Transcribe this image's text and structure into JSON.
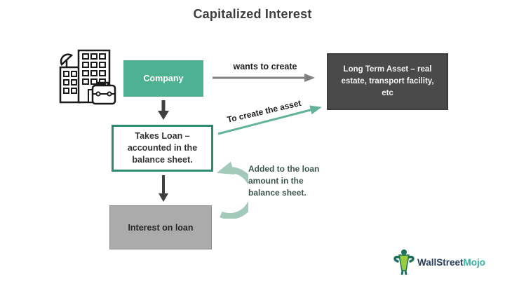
{
  "title": "Capitalized Interest",
  "diagram": {
    "nodes": {
      "company": "Company",
      "long_term_asset": "Long Term Asset – real estate, transport facility, etc",
      "takes_loan": "Takes Loan – accounted in the balance sheet.",
      "interest_on_loan": "Interest on loan"
    },
    "edges": {
      "wants_to_create": "wants to create",
      "to_create_the_asset": "To create the asset",
      "added_to_loan": "Added to the loan amount in the balance sheet."
    }
  },
  "logo": {
    "brand_primary": "WallStreet",
    "brand_secondary": "Mojo"
  },
  "colors": {
    "accent_green": "#4eb192",
    "loan_border_green": "#2f8a70",
    "arrow_teal": "#62b39a",
    "curved_arrow_teal": "#a2c9ba",
    "dark_box": "#4a4a4a",
    "gray_box": "#ababab",
    "arrow_gray": "#7f7f7f",
    "dark_arrow": "#3f3f3f",
    "title_text": "#3d3d3d",
    "added_text": "#3c564c",
    "logo_navy": "#263c5c",
    "logo_teal": "#35b0a2"
  }
}
